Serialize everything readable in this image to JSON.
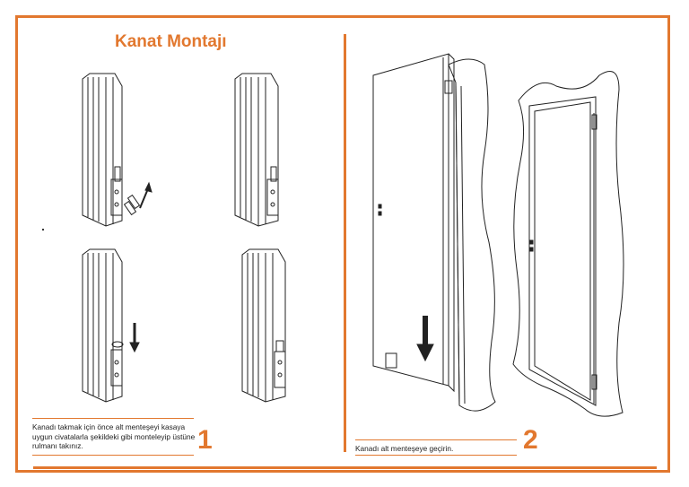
{
  "document": {
    "title": "Kanat Montajı",
    "steps": [
      {
        "number": "1",
        "caption": "Kanadı takmak için önce alt menteşeyi kasaya uygun civatalarla şekildeki gibi monteleyip üstüne rulmanı takınız."
      },
      {
        "number": "2",
        "caption": "Kanadı alt menteşeye geçirin."
      }
    ]
  },
  "colors": {
    "accent": "#e2782f",
    "line": "#222222"
  },
  "icons": [
    "arrow-up-icon",
    "arrow-down-icon",
    "hinge-icon",
    "screw-icon"
  ]
}
